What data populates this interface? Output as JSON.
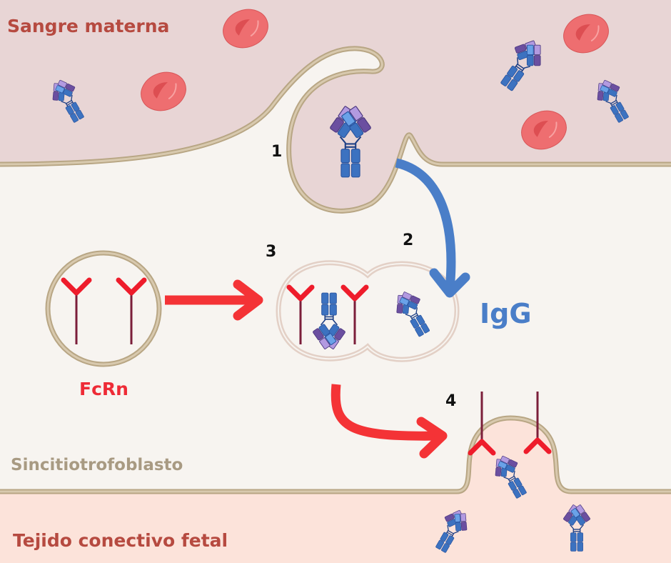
{
  "labels": {
    "maternal_blood": "Sangre materna",
    "syncytiotrophoblast": "Sincitiotrofoblasto",
    "fetal_tissue": "Tejido conectivo fetal",
    "receptor": "FcRn",
    "antibody": "IgG"
  },
  "steps": [
    "1",
    "2",
    "3",
    "4"
  ],
  "colors": {
    "maternal_blood_bg": "#e8d5d5",
    "cytoplasm_bg": "#f7f4f0",
    "fetal_bg": "#fce3da",
    "membrane": "#c8b89e",
    "maternal_label": "#b64a40",
    "syncytio_label": "#a89a82",
    "receptor_label": "#ee2b36",
    "igg_label": "#4a7ec8",
    "red_arrow": "#f43336",
    "blue_arrow": "#4a7ec8",
    "fcrn_head": "#ee1c2b",
    "fcrn_stem": "#7b1e3a",
    "rbc": "#ee6e70",
    "heavy_chain": "#3c72c0",
    "heavy_chain_light": "#6aa2e8",
    "light_chain": "#6b4fa0",
    "light_chain_light": "#b29ae0"
  }
}
